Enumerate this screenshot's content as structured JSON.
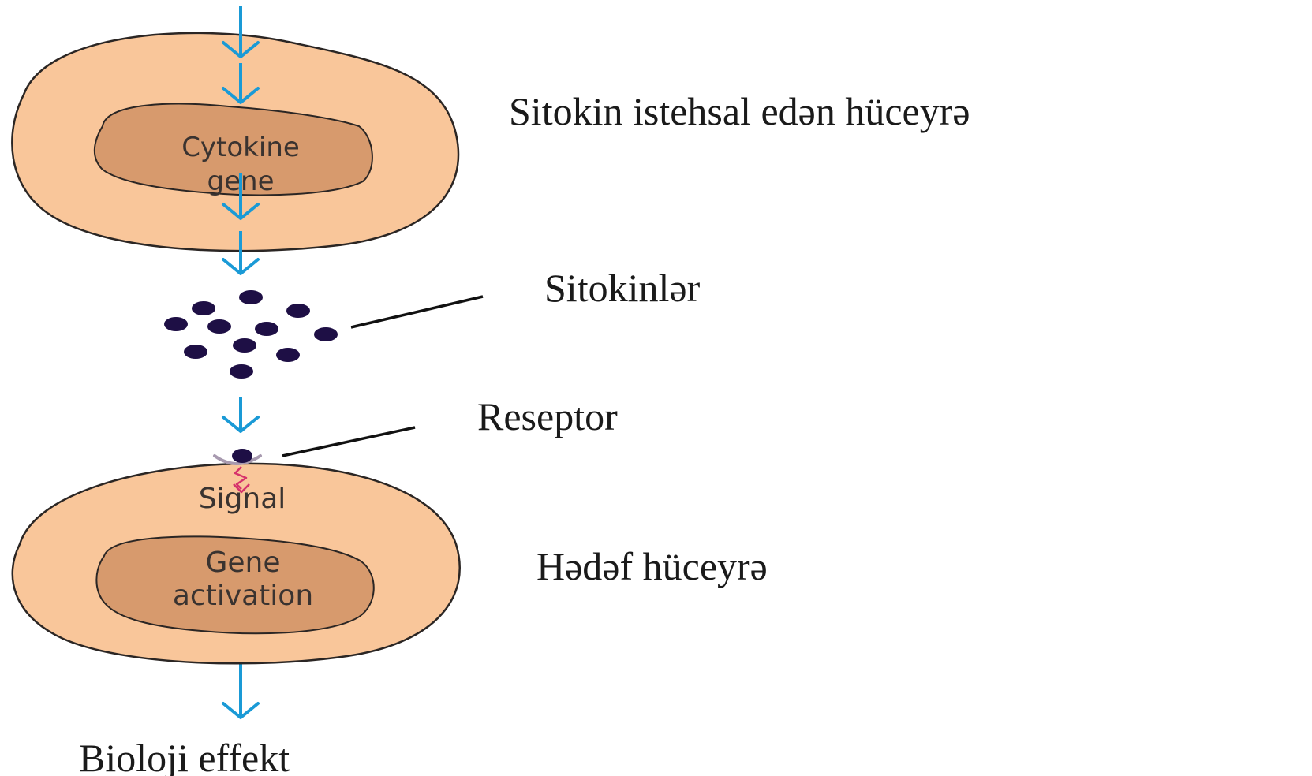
{
  "labels": {
    "producing_cell": "Sitokin istehsal edən hüceyrə",
    "cytokines": "Sitokinlər",
    "receptor": "Reseptor",
    "target_cell": "Hədəf hüceyrə",
    "biological_effect": "Bioloji effekt"
  },
  "producing_cell": {
    "nucleus_line1": "Cytokine",
    "nucleus_line2": "gene"
  },
  "target_cell": {
    "signal": "Signal",
    "nucleus_line1": "Gene",
    "nucleus_line2": "activation"
  },
  "colors": {
    "cell_fill": "#f9c69a",
    "cell_stroke": "#2b2624",
    "nucleus_fill": "#d79a6d",
    "arrow": "#1a9ad6",
    "cytokine_dot": "#1e0f45",
    "receptor": "#a89ab0",
    "signal_arrow": "#d6336c",
    "leader_line": "#111111"
  },
  "icons": [
    "flow-arrow-icon",
    "cytokine-dot-icon",
    "receptor-icon",
    "signal-arrow-icon"
  ]
}
